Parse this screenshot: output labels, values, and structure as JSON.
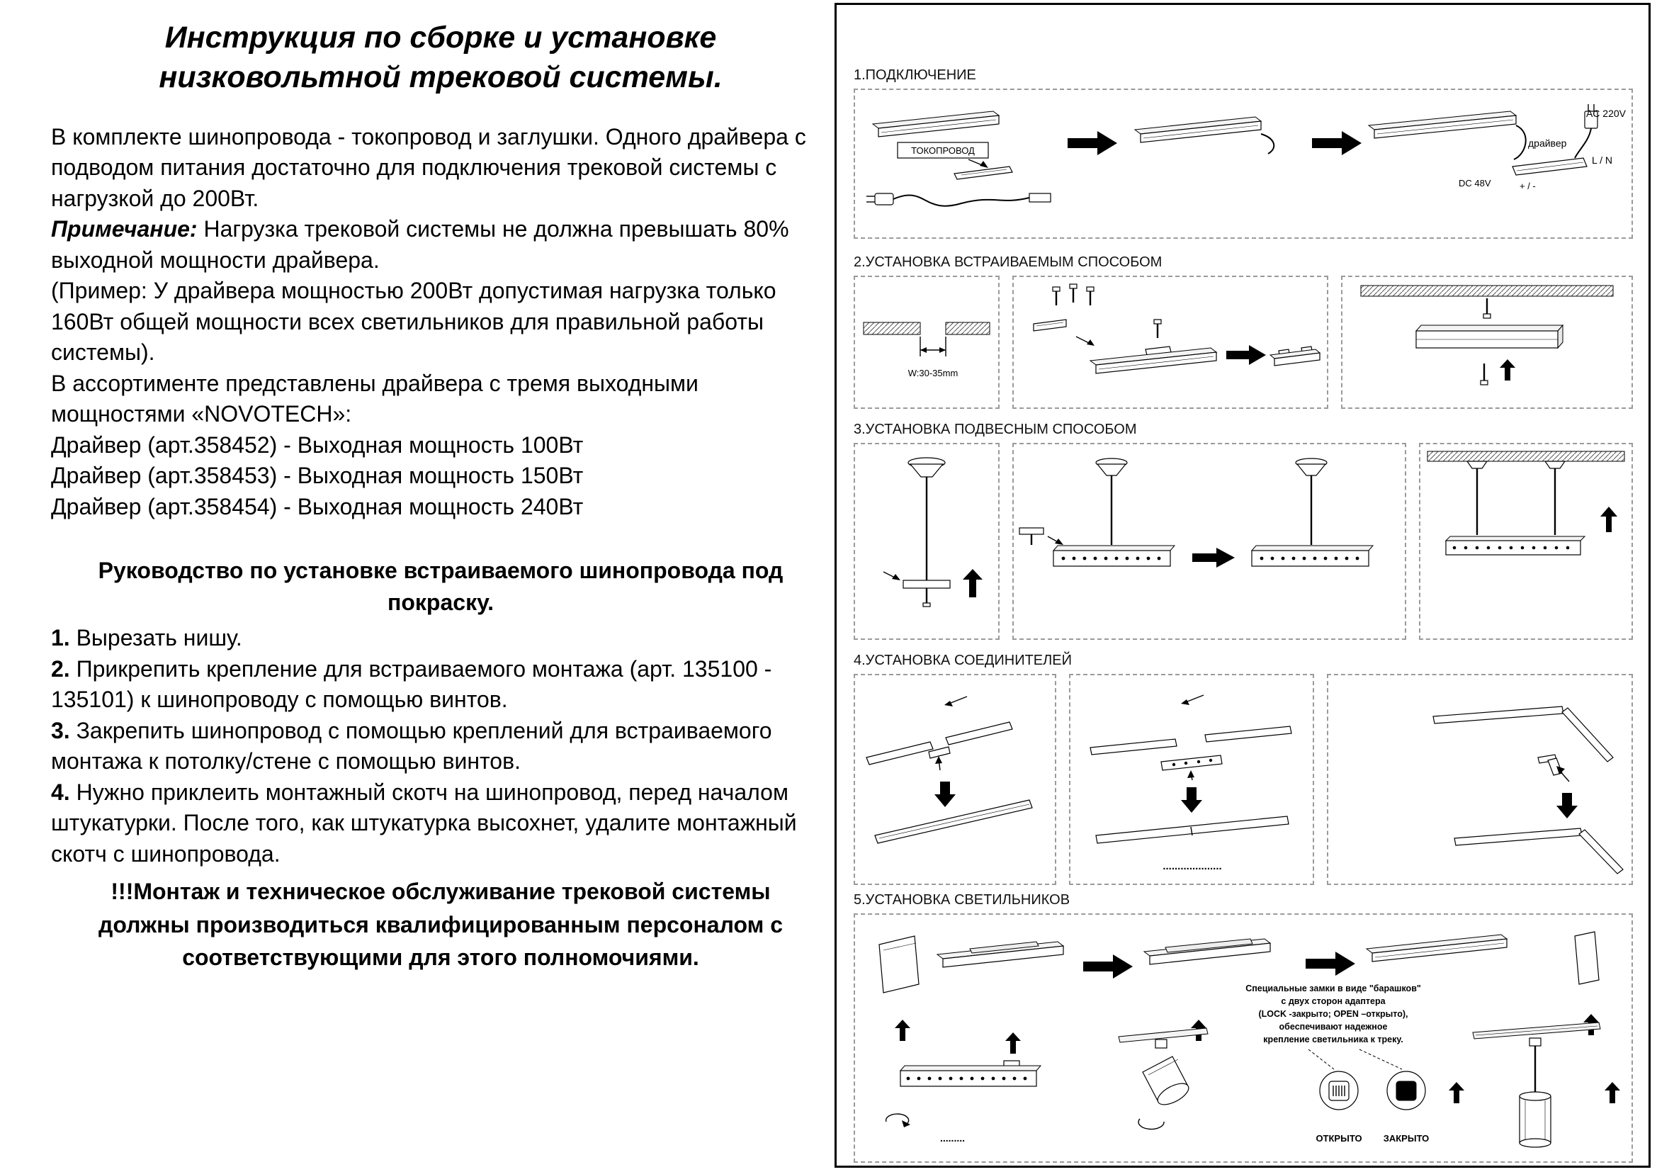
{
  "left": {
    "title": "Инструкция по сборке и установке низковольтной трековой системы.",
    "intro": "В комплекте шинопровода - токопровод и заглушки. Одного драйвера с подводом питания достаточно для подключения трековой системы с нагрузкой до 200Вт.",
    "note_label": "Примечание:",
    "note_text": "Нагрузка трековой системы не должна превышать 80% выходной мощности драйвера.",
    "example": "(Пример: У драйвера мощностью 200Вт допустимая нагрузка только 160Вт общей мощности всех светильников для правильной работы системы).",
    "assortment": "В ассортименте представлены драйвера с тремя выходными мощностями «NOVOTECH»:",
    "drivers": [
      "Драйвер (арт.358452) - Выходная мощность 100Вт",
      "Драйвер (арт.358453) - Выходная мощность 150Вт",
      "Драйвер (арт.358454) - Выходная мощность 240Вт"
    ],
    "guide_title": "Руководство по установке встраиваемого шинопровода под покраску.",
    "steps": [
      {
        "num": "1.",
        "text": "Вырезать нишу."
      },
      {
        "num": "2.",
        "text": "Прикрепить крепление для встраиваемого монтажа (арт. 135100 - 135101) к шинопроводу с помощью винтов."
      },
      {
        "num": "3.",
        "text": "Закрепить шинопровод с помощью креплений для встраиваемого монтажа к потолку/стене с помощью винтов."
      },
      {
        "num": "4.",
        "text": "Нужно приклеить монтажный скотч на шинопровод, перед началом штукатурки. После того, как штукатурка высохнет, удалите монтажный скотч с шинопровода."
      }
    ],
    "warning": "!!!Монтаж и техническое обслуживание трековой системы должны производиться квалифицированным персоналом с соответствующими для этого полномочиями."
  },
  "panel": {
    "s1": {
      "title": "1.ПОДКЛЮЧЕНИЕ",
      "labels": {
        "tokoprovod": "ТОКОПРОВОД",
        "driver": "драйвер",
        "ac": "AC  220V",
        "ln": "L / N",
        "dc": "DC 48V",
        "pm": "+ / -"
      }
    },
    "s2": {
      "title": "2.УСТАНОВКА ВСТРАИВАЕМЫМ СПОСОБОМ",
      "width_label": "W:30-35mm"
    },
    "s3": {
      "title": "3.УСТАНОВКА ПОДВЕСНЫМ СПОСОБОМ"
    },
    "s4": {
      "title": "4.УСТАНОВКА СОЕДИНИТЕЛЕЙ",
      "dots": "...................."
    },
    "s5": {
      "title": "5.УСТАНОВКА СВЕТИЛЬНИКОВ",
      "note_lines": [
        "Специальные замки в виде \"барашков\"",
        "с двух сторон адаптера",
        "(LOCK -закрыто; OPEN –открыто),",
        "обеспечивают надежное",
        "крепление светильника к треку."
      ],
      "open_label": "ОТКРЫТО",
      "closed_label": "ЗАКРЫТО",
      "lock_label": "LOCK",
      "dots": "........."
    }
  }
}
